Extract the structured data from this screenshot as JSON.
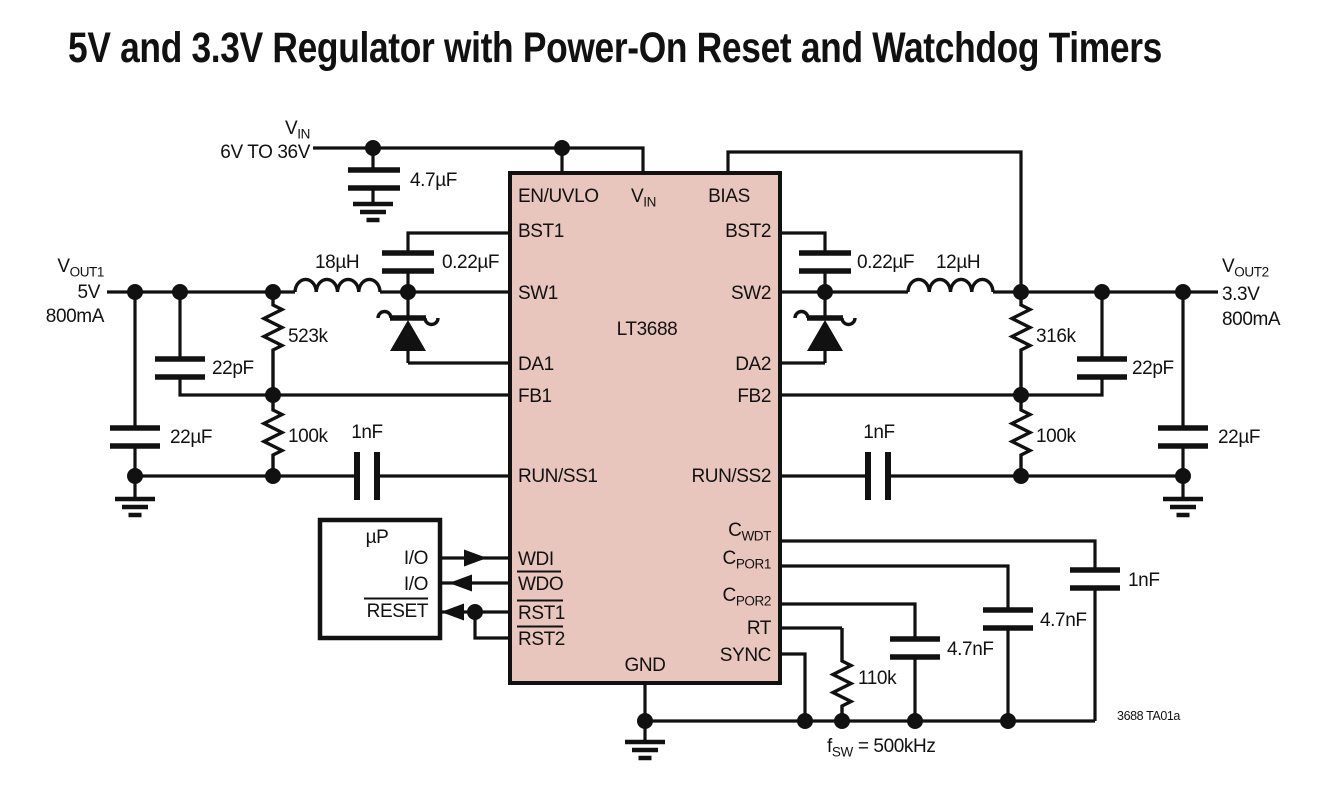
{
  "title": "5V and 3.3V Regulator with Power-On Reset and Watchdog Timers",
  "colors": {
    "ic_fill": "#E9C6BD",
    "line": "#111111",
    "background": "#FFFFFF"
  },
  "input": {
    "label": "V",
    "label_sub": "IN",
    "range": "6V TO 36V",
    "cap": "4.7µF"
  },
  "ic": {
    "part": "LT3688",
    "pins": {
      "en_uvlo": "EN/UVLO",
      "vin": "V",
      "vin_sub": "IN",
      "bias": "BIAS",
      "bst1": "BST1",
      "sw1": "SW1",
      "da1": "DA1",
      "fb1": "FB1",
      "run_ss1": "RUN/SS1",
      "wdi": "WDI",
      "wdo": "WDO",
      "rst1": "RST1",
      "rst2": "RST2",
      "gnd": "GND",
      "bst2": "BST2",
      "sw2": "SW2",
      "da2": "DA2",
      "fb2": "FB2",
      "run_ss2": "RUN/SS2",
      "cwdt": "C",
      "cwdt_sub": "WDT",
      "cpor1": "C",
      "cpor1_sub": "POR1",
      "cpor2": "C",
      "cpor2_sub": "POR2",
      "rt": "RT",
      "sync": "SYNC"
    }
  },
  "out1": {
    "label": "V",
    "label_sub": "OUT1",
    "voltage": "5V",
    "current": "800mA",
    "inductor": "18µH",
    "boost_cap": "0.22µF",
    "r_top": "523k",
    "r_bottom": "100k",
    "c_ff": "22pF",
    "c_out": "22µF",
    "c_ss": "1nF"
  },
  "out2": {
    "label": "V",
    "label_sub": "OUT2",
    "voltage": "3.3V",
    "current": "800mA",
    "inductor": "12µH",
    "boost_cap": "0.22µF",
    "r_top": "316k",
    "r_bottom": "100k",
    "c_ff": "22pF",
    "c_out": "22µF",
    "c_ss": "1nF"
  },
  "micro": {
    "name": "µP",
    "io_top": "I/O",
    "io_bottom": "I/O",
    "reset": "RESET"
  },
  "timers": {
    "c_wdt": "1nF",
    "c_por1": "4.7nF",
    "c_por2": "4.7nF",
    "r_rt": "110k",
    "fsw_prefix": "f",
    "fsw_sub": "SW",
    "fsw_rest": "= 500kHz"
  },
  "footnote": "3688 TA01a"
}
